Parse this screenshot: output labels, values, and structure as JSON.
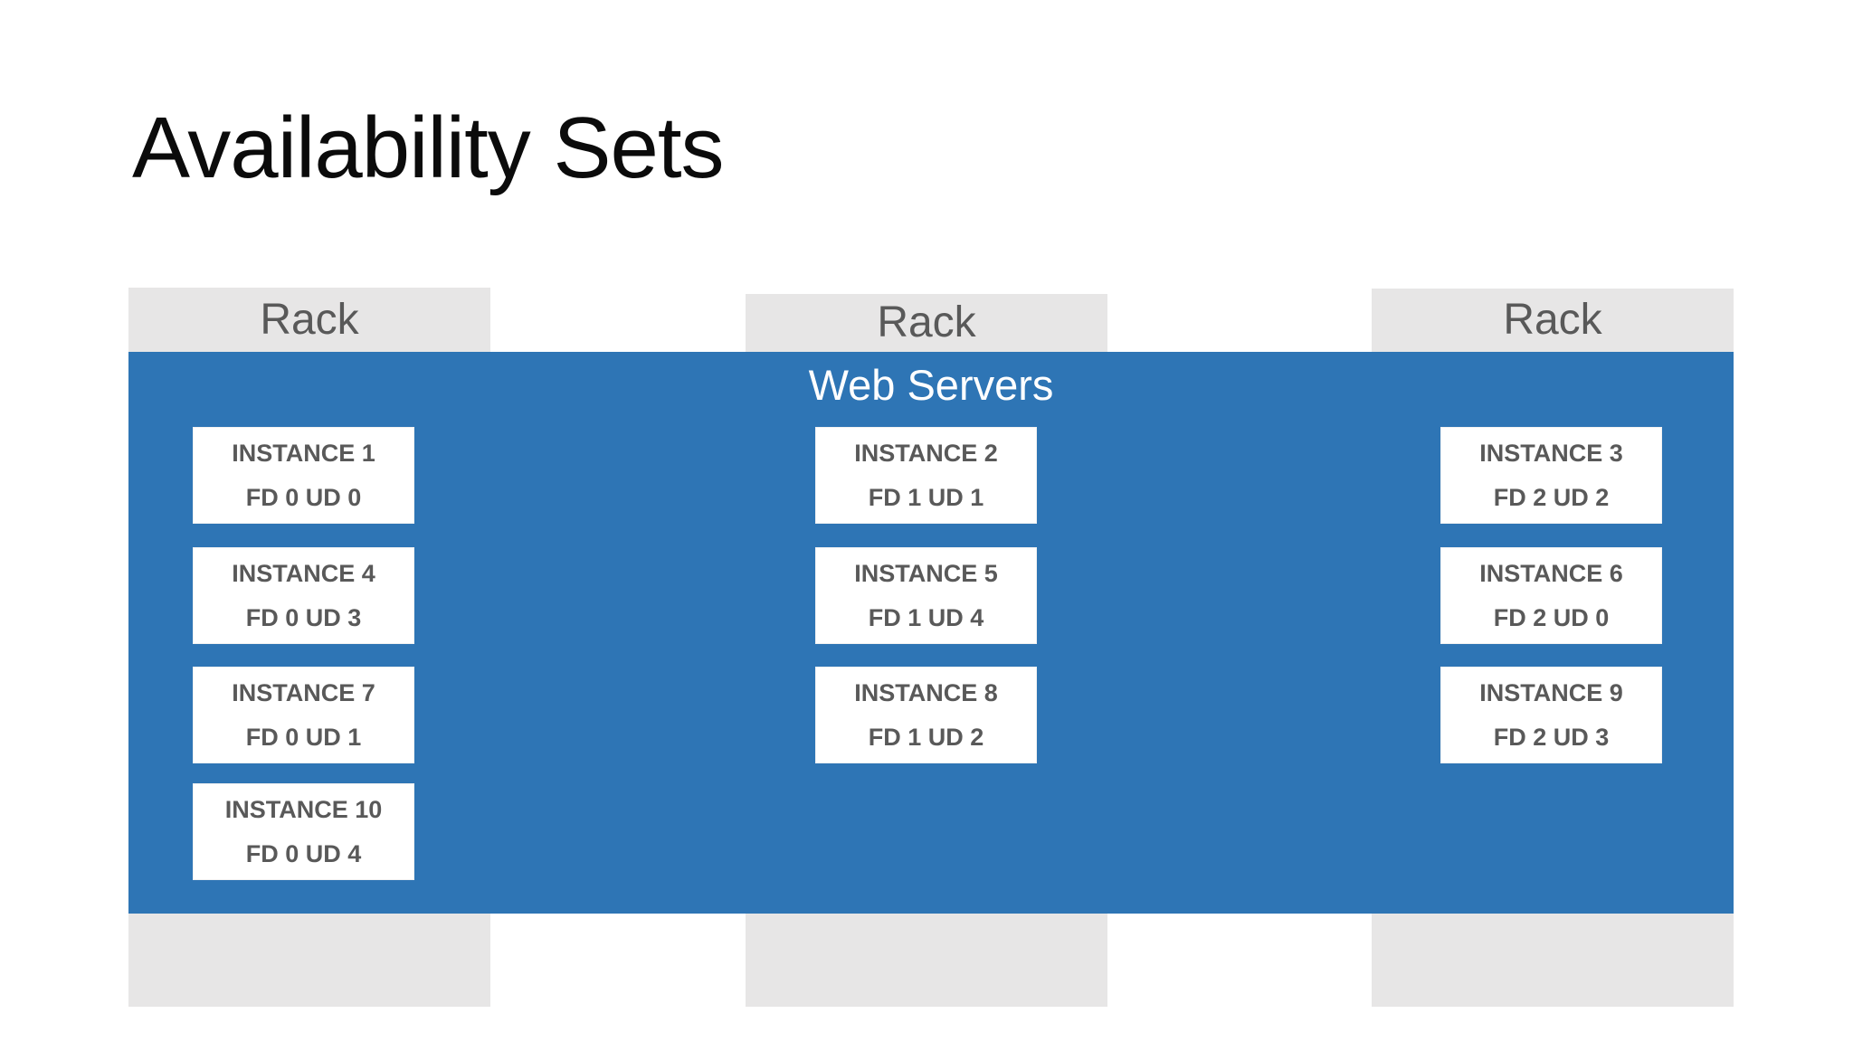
{
  "title": "Availability Sets",
  "band": {
    "label": "Web Servers"
  },
  "colors": {
    "band_blue": "#2e75b5",
    "rack_gray": "#e7e6e6",
    "label_gray": "#595959",
    "instance_text": "#595959",
    "box_white": "#ffffff",
    "title_color": "#0b0b0b"
  },
  "racks": [
    {
      "label": "Rack",
      "instances": [
        {
          "name": "INSTANCE 1",
          "fd_ud": "FD 0 UD 0"
        },
        {
          "name": "INSTANCE 4",
          "fd_ud": "FD 0 UD 3"
        },
        {
          "name": "INSTANCE 7",
          "fd_ud": "FD 0 UD 1"
        },
        {
          "name": "INSTANCE 10",
          "fd_ud": "FD 0 UD 4"
        }
      ]
    },
    {
      "label": "Rack",
      "instances": [
        {
          "name": "INSTANCE 2",
          "fd_ud": "FD 1 UD 1"
        },
        {
          "name": "INSTANCE 5",
          "fd_ud": "FD 1 UD 4"
        },
        {
          "name": "INSTANCE 8",
          "fd_ud": "FD 1 UD 2"
        }
      ]
    },
    {
      "label": "Rack",
      "instances": [
        {
          "name": "INSTANCE 3",
          "fd_ud": "FD 2 UD 2"
        },
        {
          "name": "INSTANCE 6",
          "fd_ud": "FD 2 UD 0"
        },
        {
          "name": "INSTANCE 9",
          "fd_ud": "FD 2 UD 3"
        }
      ]
    }
  ]
}
